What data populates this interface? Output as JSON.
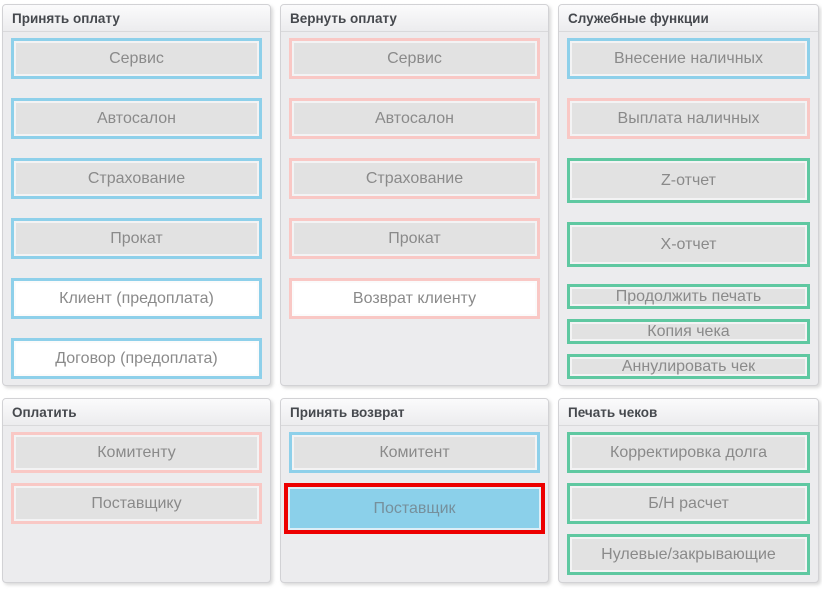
{
  "panels": [
    {
      "title": "Принять оплату",
      "buttons": [
        {
          "label": "Сервис"
        },
        {
          "label": "Автосалон"
        },
        {
          "label": "Страхование"
        },
        {
          "label": "Прокат"
        },
        {
          "label": "Клиент (предоплата)"
        },
        {
          "label": "Договор (предоплата)"
        }
      ]
    },
    {
      "title": "Вернуть оплату",
      "buttons": [
        {
          "label": "Сервис"
        },
        {
          "label": "Автосалон"
        },
        {
          "label": "Страхование"
        },
        {
          "label": "Прокат"
        },
        {
          "label": "Возврат клиенту"
        }
      ]
    },
    {
      "title": "Служебные функции",
      "buttons": [
        {
          "label": "Внесение наличных"
        },
        {
          "label": "Выплата наличных"
        },
        {
          "label": "Z-отчет"
        },
        {
          "label": "X-отчет"
        },
        {
          "label": "Продолжить печать"
        },
        {
          "label": "Копия чека"
        },
        {
          "label": "Аннулировать чек"
        }
      ]
    },
    {
      "title": "Оплатить",
      "buttons": [
        {
          "label": "Комитенту"
        },
        {
          "label": "Поставщику"
        }
      ]
    },
    {
      "title": "Принять возврат",
      "buttons": [
        {
          "label": "Комитент"
        },
        {
          "label": "Поставщик",
          "state": "selected"
        }
      ]
    },
    {
      "title": "Печать чеков",
      "buttons": [
        {
          "label": "Корректировка долга"
        },
        {
          "label": "Б/Н расчет"
        },
        {
          "label": "Нулевые/закрывающие"
        }
      ]
    }
  ],
  "colors": {
    "accent_blue": "#8ed0ea",
    "accent_pink": "#f9c8c5",
    "accent_green": "#5fc8a1",
    "selected_fill": "#8bd0ea",
    "selected_border": "#ed0000",
    "button_text": "#8a8a8a"
  }
}
